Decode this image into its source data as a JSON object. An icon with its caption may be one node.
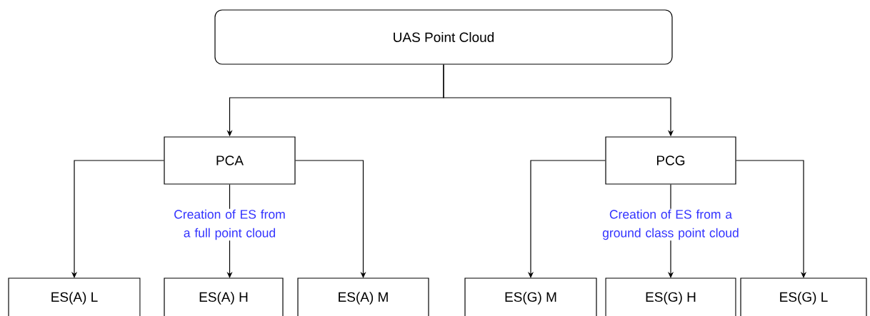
{
  "diagram": {
    "nodes": [
      {
        "text": [
          "UAS Point Cloud"
        ]
      },
      {
        "text": [
          "PCA"
        ]
      },
      {
        "text": [
          "PCG"
        ]
      },
      {
        "text": [
          "ES(A) L"
        ]
      },
      {
        "text": [
          "ES(A) H"
        ]
      },
      {
        "text": [
          "ES(A) M"
        ]
      },
      {
        "text": [
          "ES(G) M"
        ]
      },
      {
        "text": [
          "ES(G) H"
        ]
      },
      {
        "text": [
          "ES(G) L"
        ]
      }
    ],
    "edges": [
      {
        "from": 0,
        "to": 1,
        "arrow": "to"
      },
      {
        "from": 0,
        "to": 2,
        "arrow": "to"
      },
      {
        "from": 1,
        "to": 3,
        "arrow": "to"
      },
      {
        "from": 1,
        "to": 4,
        "arrow": "to",
        "label": "Creation of ES from a full point cloud"
      },
      {
        "from": 1,
        "to": 5,
        "arrow": "to"
      },
      {
        "from": 2,
        "to": 6,
        "arrow": "to"
      },
      {
        "from": 2,
        "to": 7,
        "arrow": "to",
        "label": "Creation of ES from a ground class point cloud"
      },
      {
        "from": 2,
        "to": 8,
        "arrow": "to"
      }
    ]
  }
}
